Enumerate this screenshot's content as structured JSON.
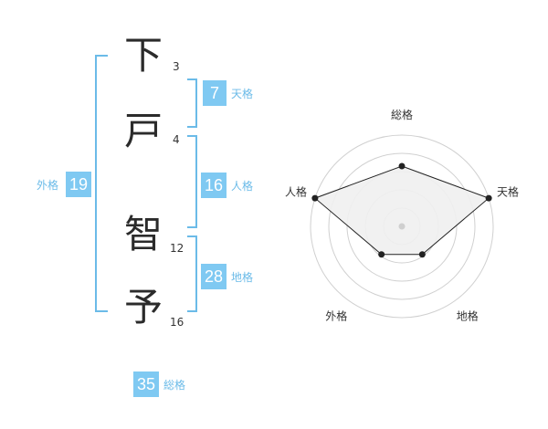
{
  "name": {
    "chars": [
      {
        "char": "下",
        "strokes": "3"
      },
      {
        "char": "戸",
        "strokes": "4"
      },
      {
        "char": "智",
        "strokes": "12"
      },
      {
        "char": "予",
        "strokes": "16"
      }
    ]
  },
  "kaku": {
    "tenkaku": {
      "value": "7",
      "label": "天格"
    },
    "jinkaku": {
      "value": "16",
      "label": "人格"
    },
    "chikaku": {
      "value": "28",
      "label": "地格"
    },
    "gaikaku": {
      "value": "19",
      "label": "外格"
    },
    "soukaku": {
      "value": "35",
      "label": "総格"
    }
  },
  "radar": {
    "axes": [
      "総格",
      "天格",
      "地格",
      "外格",
      "人格"
    ],
    "max": 5,
    "rings": 5,
    "values": [
      3.3,
      5.0,
      1.9,
      1.9,
      5.0
    ],
    "colors": {
      "grid": "#d0d0d0",
      "fill": "#f0f0f0",
      "line": "#222222",
      "point": "#222222",
      "center": "#cfcfcf"
    }
  }
}
